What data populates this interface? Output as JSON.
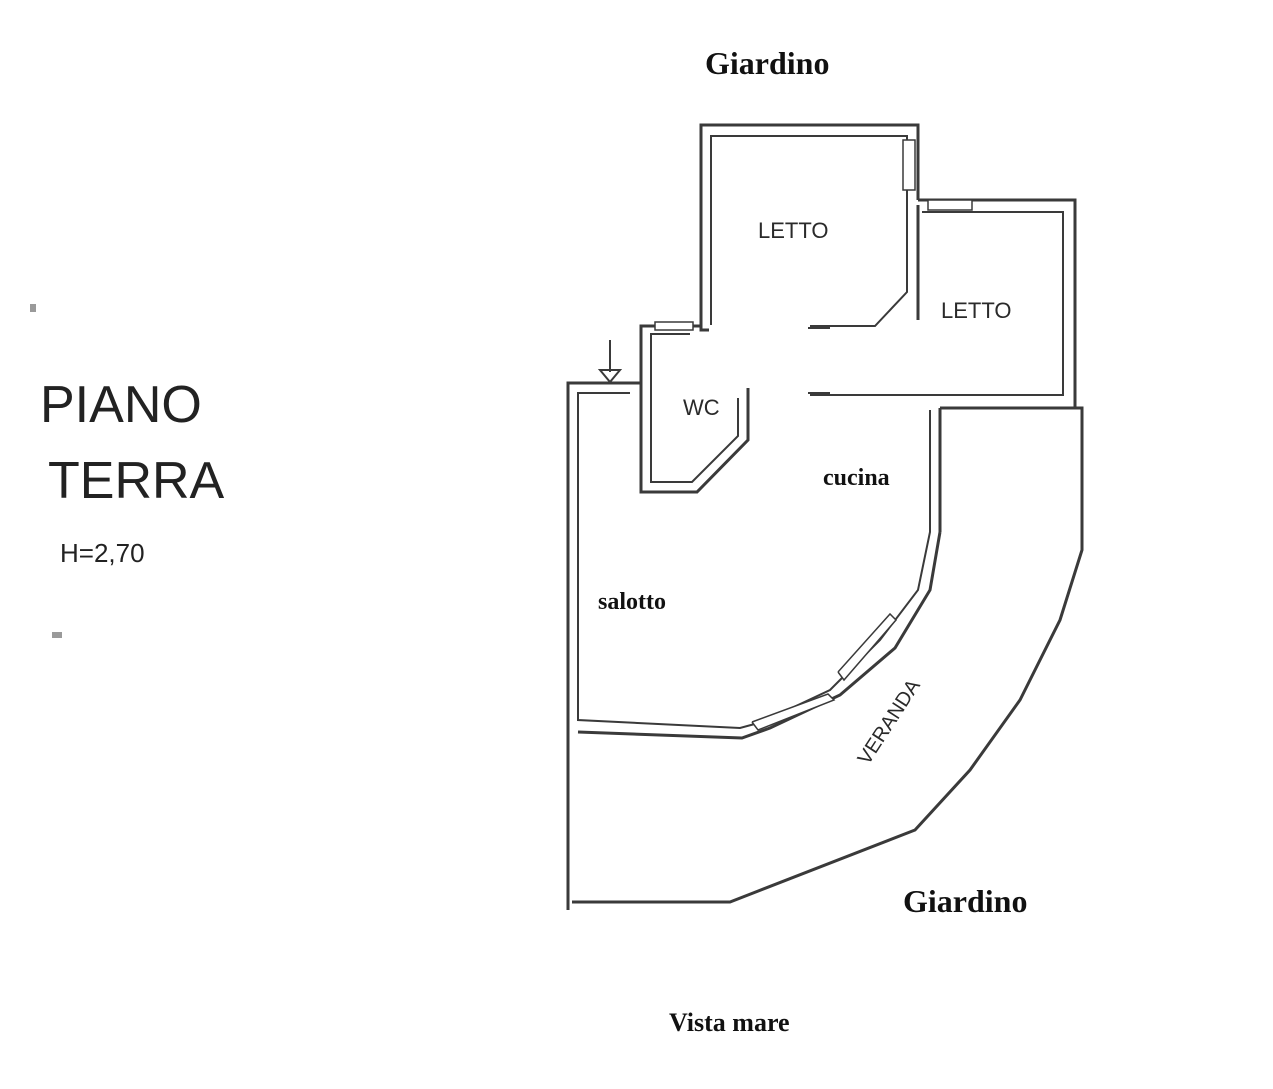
{
  "plan": {
    "title_line1": "PIANO",
    "title_line2": "TERRA",
    "height_note": "H=2,70"
  },
  "rooms": {
    "letto_1": "LETTO",
    "letto_2": "LETTO",
    "wc": "WC",
    "cucina": "cucina",
    "salotto": "salotto",
    "veranda": "VERANDA"
  },
  "surroundings": {
    "top_label": "Giardino",
    "bottom_right_label": "Giardino",
    "view_label": "Vista mare"
  }
}
